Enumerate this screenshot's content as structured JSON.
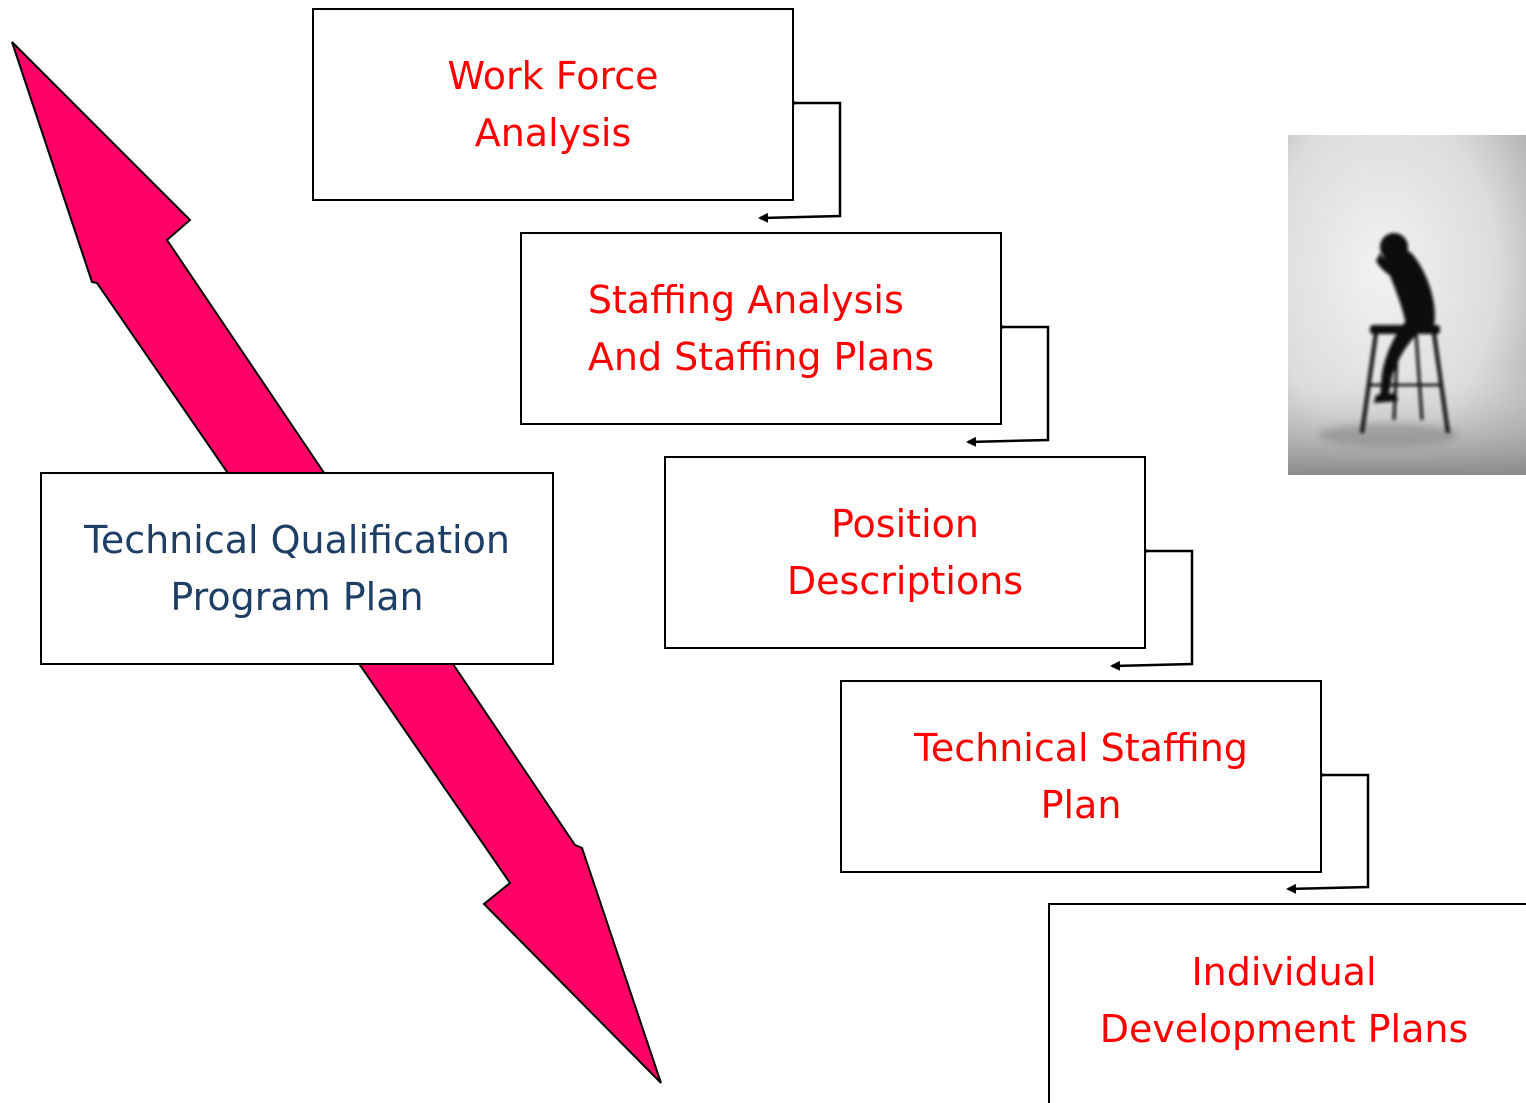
{
  "colors": {
    "accent_arrow": "#ff0066",
    "step_text": "#ff0000",
    "plan_text": "#1f3e66",
    "border": "#000000"
  },
  "steps": [
    {
      "label": "Work Force\nAnalysis"
    },
    {
      "label": "Staffing Analysis\nAnd Staffing Plans"
    },
    {
      "label": "Position\nDescriptions"
    },
    {
      "label": "Technical Staffing\nPlan"
    },
    {
      "label": "Individual\nDevelopment Plans"
    }
  ],
  "program_plan": {
    "label": "Technical Qualification\nProgram Plan"
  },
  "photo": {
    "subject": "silhouette of a person sitting on a stool with head in hand"
  }
}
